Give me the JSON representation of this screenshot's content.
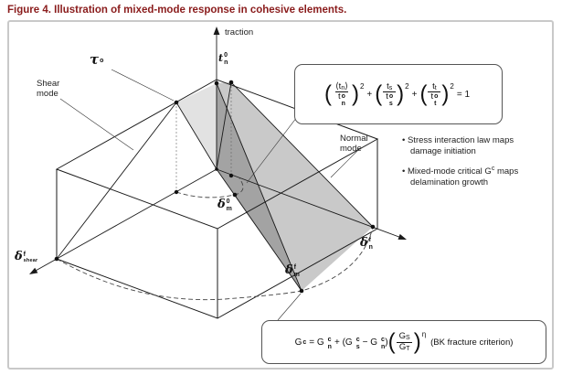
{
  "title": "Figure 4. Illustration of mixed-mode response in cohesive elements.",
  "colors": {
    "title_red": "#8a1c1c",
    "frame_border": "#c9c9c9",
    "surface_dark": "#a3a3a3",
    "surface_mid": "#c9c9c9",
    "surface_light": "#e2e2e2"
  },
  "glyphs": {
    "lparen": "(",
    "rparen": ")"
  },
  "labels": {
    "traction": "traction",
    "shear_mode_line1": "Shear",
    "shear_mode_line2": "mode",
    "normal_mode_line1": "Normal",
    "normal_mode_line2": "mode",
    "tau_base": "τ",
    "tau_sup": "o",
    "tn_base": "t",
    "tn_sup": "0",
    "tn_sub": "n",
    "delta_m0_base": "δ",
    "delta_m0_sup": "0",
    "delta_m0_sub": "m",
    "delta_shear_base": "δ",
    "delta_shear_sup": "f",
    "delta_shear_sub": "shear",
    "delta_nf_base": "δ",
    "delta_nf_sup": "f",
    "delta_nf_sub": "n",
    "delta_mf_base": "δ",
    "delta_mf_sup": "f",
    "delta_mf_sub": "m"
  },
  "bullets": {
    "marker": "•",
    "b1": "Stress interaction law maps damage initiation",
    "b2_pre": "Mixed-mode critical G",
    "b2_sup": "c",
    "b2_post": "maps delamination growth"
  },
  "eq1": {
    "t1": {
      "num_pre": "⟨t",
      "num_sub": "n",
      "num_post": "⟩",
      "den_base": "t",
      "den_sup": "o",
      "den_sub": "n",
      "exp": "2"
    },
    "t2": {
      "num_pre": "t",
      "num_sub": "s",
      "num_post": "",
      "den_base": "t",
      "den_sup": "o",
      "den_sub": "s",
      "exp": "2"
    },
    "t3": {
      "num_pre": "t",
      "num_sub": "t",
      "num_post": "",
      "den_base": "t",
      "den_sup": "o",
      "den_sub": "t",
      "exp": "2"
    },
    "plus": "+",
    "rhs": "= 1"
  },
  "eq2": {
    "p1": "G",
    "p1sup": "c",
    "p2": "= G",
    "p2sup": "c",
    "p2sub": "n",
    "p3": "+ (G",
    "p3sup": "c",
    "p3sub": "s",
    "p4": "− G",
    "p4sup": "c",
    "p4sub": "n",
    "p5": ")",
    "fnum_base": "G",
    "fnum_sub": "S",
    "fden_base": "G",
    "fden_sub": "T",
    "exp": "η",
    "tail": "(BK fracture criterion)"
  }
}
